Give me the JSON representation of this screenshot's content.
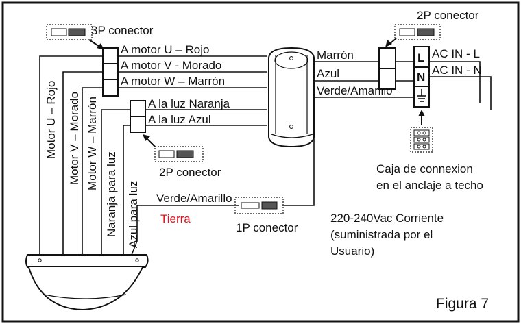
{
  "connectors": {
    "three_pin": "3P conector",
    "two_pin_top": "2P conector",
    "two_pin_light": "2P conector",
    "one_pin": "1P conector"
  },
  "wires": {
    "motor_u": "A motor U – Rojo",
    "motor_v": "A motor V - Morado",
    "motor_w": "A motor W – Marrón",
    "light_orange": "A la luz Naranja",
    "light_blue": "A la luz Azul",
    "brown": "Marrón",
    "blue": "Azul",
    "green_yellow": "Verde/Amarillo",
    "green_yellow_lower": "Verde/Amarillo",
    "earth": "Tierra"
  },
  "terminals": {
    "live": "L",
    "neutral": "N",
    "ac_l": "AC IN - L",
    "ac_n": "AC IN - N"
  },
  "vertical_labels": {
    "motor_u": "Motor U – Rojo",
    "motor_v": "Motor V – Morado",
    "motor_w": "Motor W – Marrón",
    "orange": "Naranja para luz",
    "blue": "Azul para luz"
  },
  "junction_box": {
    "line1": "Caja de connexion",
    "line2": "en el anclaje a techo"
  },
  "supply": {
    "line1": "220-240Vac Corriente",
    "line2": "(suministrada por el",
    "line3": "Usuario)"
  },
  "figure_label": "Figura 7",
  "colors": {
    "earth_label": "#e0141e",
    "line": "#111111"
  }
}
